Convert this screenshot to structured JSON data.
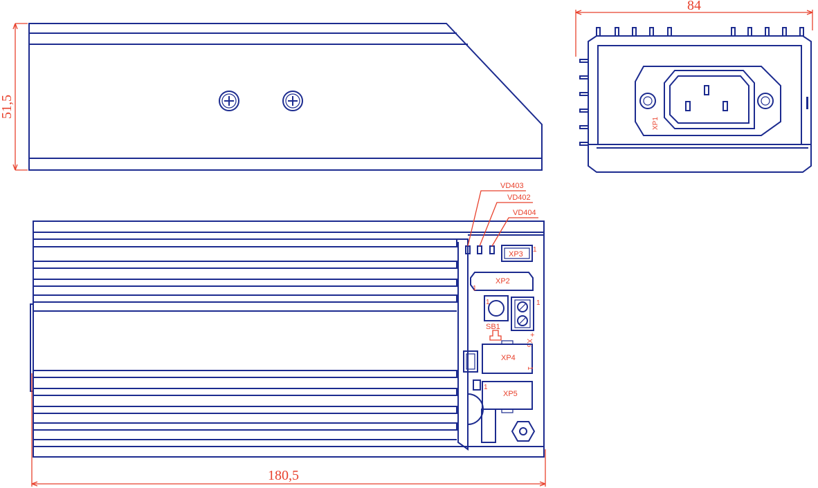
{
  "dimensions": {
    "height_side": "51,5",
    "width_end": "84",
    "length_top": "180,5"
  },
  "labels": {
    "vd403": "VD403",
    "vd402": "VD402",
    "vd404": "VD404",
    "xp1": "XP1",
    "xp2": "XP2",
    "xp3": "XP3",
    "xp4": "XP4",
    "xp5": "XP5",
    "sb1": "SB1",
    "x6": "X6",
    "pin1": "1",
    "plus": "+"
  },
  "colors": {
    "outline": "#1c2b8f",
    "dimension": "#e8412c",
    "background": "#ffffff"
  }
}
